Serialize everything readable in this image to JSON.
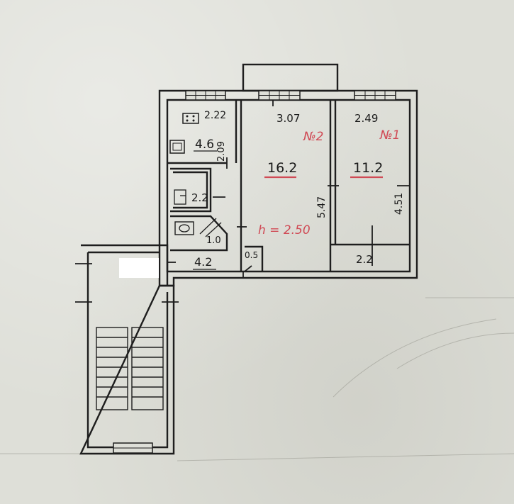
{
  "plan": {
    "dims": {
      "kitchen_width": "2.22",
      "kitchen_depth": "2.09",
      "room2_width": "3.07",
      "room1_width": "2.49",
      "room2_length": "5.47",
      "room1_length": "4.51",
      "closet_width": "2.2",
      "wall_gap": "0.5"
    },
    "areas": {
      "kitchen": "4.6",
      "bath": "2.2",
      "toilet": "1.0",
      "hall": "4.2",
      "room2": "16.2",
      "room1": "11.2"
    },
    "room_numbers": {
      "room2": "№2",
      "room1": "№1"
    },
    "ceiling_height": "h = 2.50"
  }
}
